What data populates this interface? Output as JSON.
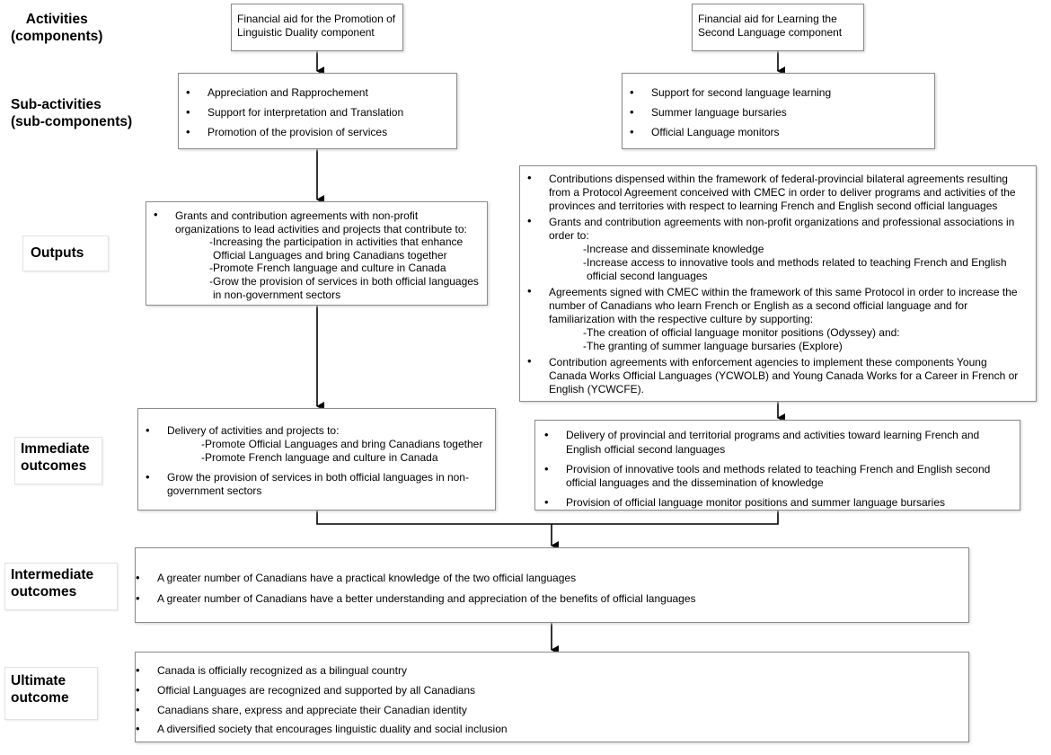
{
  "labels": {
    "activities": [
      "Activities",
      "(components)"
    ],
    "sub_activities": [
      "Sub-activities",
      "(sub-components)"
    ],
    "outputs": "Outputs",
    "immediate": [
      "Immediate",
      "outcomes"
    ],
    "intermediate": [
      "Intermediate",
      "outcomes"
    ],
    "ultimate": [
      "Ultimate",
      "outcome"
    ]
  },
  "components": {
    "left": [
      "Financial aid for the Promotion of",
      "Linguistic Duality component"
    ],
    "right": [
      "Financial aid for Learning the",
      "Second Language component"
    ]
  },
  "sub_activities": {
    "left": [
      "Appreciation and Rapprochement",
      "Support for interpretation and Translation",
      "Promotion of the provision of services"
    ],
    "right": [
      "Support for second language learning",
      "Summer language bursaries",
      "Official Language monitors"
    ]
  },
  "outputs": {
    "left": {
      "lead": [
        "Grants and contribution agreements with non-profit",
        "organizations to lead activities and projects that contribute to:"
      ],
      "items": [
        [
          "-Increasing the participation in activities that enhance",
          "Official Languages and bring Canadians together"
        ],
        [
          "-Promote French language and culture in Canada"
        ],
        [
          "-Grow the provision of services in both official languages",
          "in non-government sectors"
        ]
      ]
    },
    "right": {
      "b1": [
        "Contributions dispensed within the framework of federal-provincial bilateral agreements resulting",
        "from a Protocol Agreement conceived with CMEC in order to deliver programs and activities of the",
        "provinces and territories with respect to learning French and English second official languages"
      ],
      "b2": [
        "Grants and contribution agreements with non-profit organizations and professional associations in",
        "order to:"
      ],
      "b2_items": [
        [
          "-Increase and disseminate knowledge"
        ],
        [
          "-Increase access to innovative tools and methods related to teaching French and English",
          "official second languages"
        ]
      ],
      "b3": [
        "Agreements signed with CMEC within the framework of this same Protocol in order to increase the",
        "number of Canadians who learn French or English as a second official language and for",
        "familiarization with the respective culture by supporting:"
      ],
      "b3_items": [
        [
          "-The creation of official language monitor positions (Odyssey) and:"
        ],
        [
          "-The granting of summer language bursaries (Explore)"
        ]
      ],
      "b4": [
        "Contribution agreements with enforcement agencies to implement these components Young",
        "Canada Works Official Languages (YCWOLB) and Young Canada Works for a Career in French or",
        "English (YCWCFE)."
      ]
    }
  },
  "immediate": {
    "left": {
      "b1": "Delivery of activities and projects to:",
      "b1_items": [
        "-Promote Official Languages and bring Canadians together",
        "-Promote French language and culture in Canada"
      ],
      "b2": [
        "Grow the provision of services in both official languages in non-",
        "government sectors"
      ]
    },
    "right": [
      [
        "Delivery of provincial and territorial programs and activities toward learning French and",
        "English official second languages"
      ],
      [
        "Provision of innovative tools and methods related to teaching French and English second",
        "official languages and the dissemination of knowledge"
      ],
      [
        "Provision of official language monitor positions and summer language bursaries"
      ]
    ]
  },
  "intermediate": [
    "A greater number of Canadians have a practical knowledge of the two official languages",
    "A greater number of Canadians have a better understanding and appreciation of the benefits of official languages"
  ],
  "ultimate": [
    "Canada is officially recognized as a bilingual country",
    "Official Languages are recognized and supported by all Canadians",
    "Canadians share, express and appreciate their Canadian identity",
    "A diversified society that encourages linguistic duality and social inclusion"
  ]
}
